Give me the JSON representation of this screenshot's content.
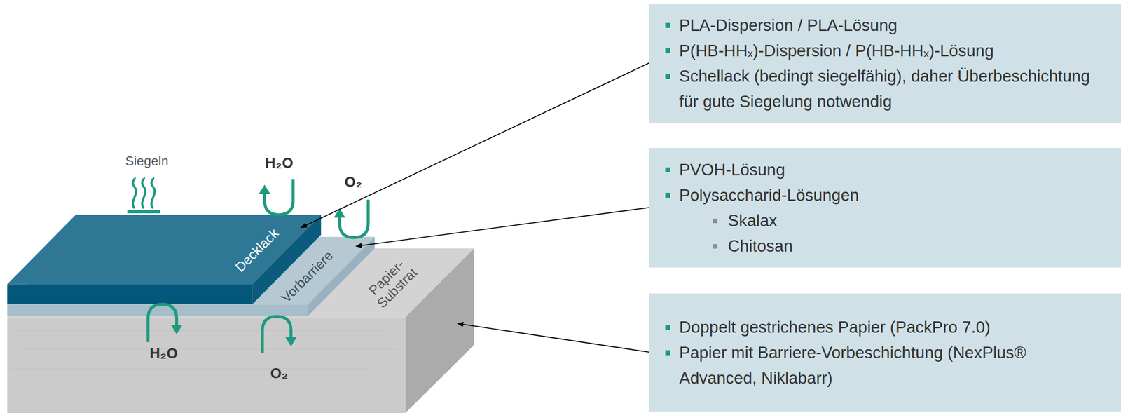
{
  "diagram": {
    "nodes": [
      {
        "text": [
          "PLA-Dispersion / PLA-Lösung",
          "P(HB-HHₓ)-Dispersion / P(HB-HHₓ)-Lösung",
          "Schellack (bedingt siegelfähig), daher Überbeschichtung für gute Siegelung notwendig"
        ]
      },
      {
        "text": [
          "PVOH-Lösung",
          "Polysaccharid-Lösungen",
          "Skalax",
          "Chitosan"
        ]
      },
      {
        "text": [
          "Doppelt gestrichenes Papier (PackPro 7.0)",
          "Papier mit Barriere-Vorbeschichtung (NexPlus® Advanced, Niklabarr)"
        ]
      }
    ],
    "labels": [
      "Siegeln",
      "H₂O",
      "O₂",
      "Decklack",
      "Vorbarriere",
      "Papier- Substrat",
      "H₂O",
      "O₂"
    ]
  }
}
